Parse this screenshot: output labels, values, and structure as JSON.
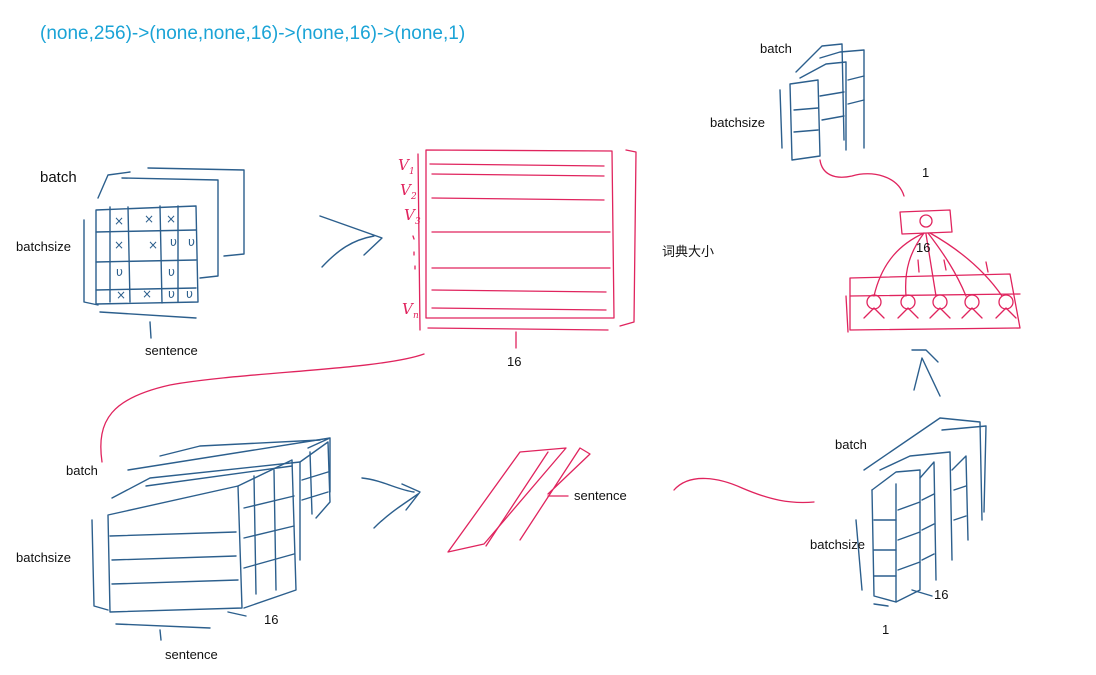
{
  "title": "(none,256)->(none,none,16)->(none,16)->(none,1)",
  "colors": {
    "title": "#1aa3d6",
    "sketch_blue": "#2c5f8d",
    "sketch_red": "#e0245e",
    "text": "#111111"
  },
  "input_stack": {
    "batch_label": "batch",
    "batchsize_label": "batchsize",
    "sentence_label": "sentence"
  },
  "embedding_matrix": {
    "row_labels": [
      "V",
      "V",
      "V",
      "V"
    ],
    "row_subscripts": [
      "1",
      "2",
      "3",
      "n"
    ],
    "dims_label": "16",
    "vocab_label": "词典大小"
  },
  "embedded_cube": {
    "batch_label": "batch",
    "batchsize_label": "batchsize",
    "sentence_label": "sentence",
    "depth_label": "16"
  },
  "slice": {
    "sentence_label": "sentence"
  },
  "pooled_stack": {
    "batch_label": "batch",
    "batchsize_label": "batchsize",
    "depth_label": "16",
    "width_label": "1"
  },
  "dense_layer": {
    "output_label": "1",
    "input_label": "16"
  },
  "output_stack": {
    "batch_label": "batch",
    "batchsize_label": "batchsize"
  }
}
